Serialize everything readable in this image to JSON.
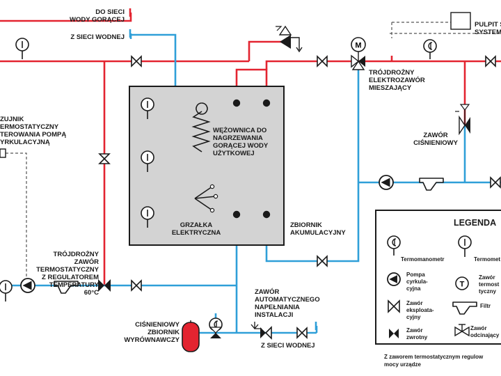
{
  "colors": {
    "hot_pipe": "#e32430",
    "cold_pipe": "#2f9fd8",
    "tank_fill": "#d3d3d3",
    "expansion_tank": "#e32430"
  },
  "inlets": {
    "hot_water": [
      "DO SIECI",
      "WODY GORĄCEJ"
    ],
    "cold_water": "Z SIECI WODNEJ"
  },
  "panel": {
    "lines": [
      "PULPIT S",
      "SYSTEM"
    ]
  },
  "sensor": {
    "lines": [
      "ZUJNIK",
      "ERMOSTATYCZNY",
      "TEROWANIA POMPĄ",
      "YRKULACYJNĄ"
    ]
  },
  "coil": {
    "lines": [
      "WĘŻOWNICA DO",
      "NAGRZEWANIA",
      "GORĄCEJ WODY",
      "UŻYTKOWEJ"
    ]
  },
  "heater": {
    "lines": [
      "GRZAŁKA",
      "ELEKTRYCZNA"
    ]
  },
  "tank": {
    "lines": [
      "ZBIORNIK",
      "AKUMULACYJNY"
    ]
  },
  "mixing_valve": {
    "lines": [
      "TRÓJDROŻNY",
      "ELEKTROZAWÓR",
      "MIESZAJĄCY"
    ]
  },
  "pressure_valve": {
    "lines": [
      "ZAWÓR",
      "CIŚNIENIOWY"
    ]
  },
  "thermo_valve": {
    "lines": [
      "TRÓJDROŻNY",
      "ZAWÓR",
      "TERMOSTATYCZNY",
      "Z REGULATOREM",
      "TEMPERATURY",
      "60°C"
    ]
  },
  "expansion_tank": {
    "lines": [
      "CIŚNIENIOWY",
      "ZBIORNIK",
      "WYRÓWNAWCZY"
    ]
  },
  "auto_fill": {
    "lines": [
      "ZAWÓR",
      "AUTOMATYCZNEGO",
      "NAPEŁNIANIA",
      "INSTALACJI"
    ]
  },
  "bottom_inlet": "Z SIECI WODNEJ",
  "legend": {
    "title": "LEGENDA",
    "items": {
      "termomanometr": "Termomanometr",
      "termometr": "Termomet",
      "pompa": [
        "Pompa",
        "cyrkula-",
        "cyjna"
      ],
      "zawor_termo": [
        "Zawór",
        "termost",
        "tyczny"
      ],
      "zawor_eksp": [
        "Zawór",
        "eksploata-",
        "cyjny"
      ],
      "filtr": "Filtr",
      "zawor_zwrotny": [
        "Zawór",
        "zwrotny"
      ],
      "zawor_odcin": [
        "Zawór",
        "odcinający"
      ]
    },
    "footnote": [
      "Z zaworem termostatycznym regulow",
      "mocy urządze"
    ]
  }
}
